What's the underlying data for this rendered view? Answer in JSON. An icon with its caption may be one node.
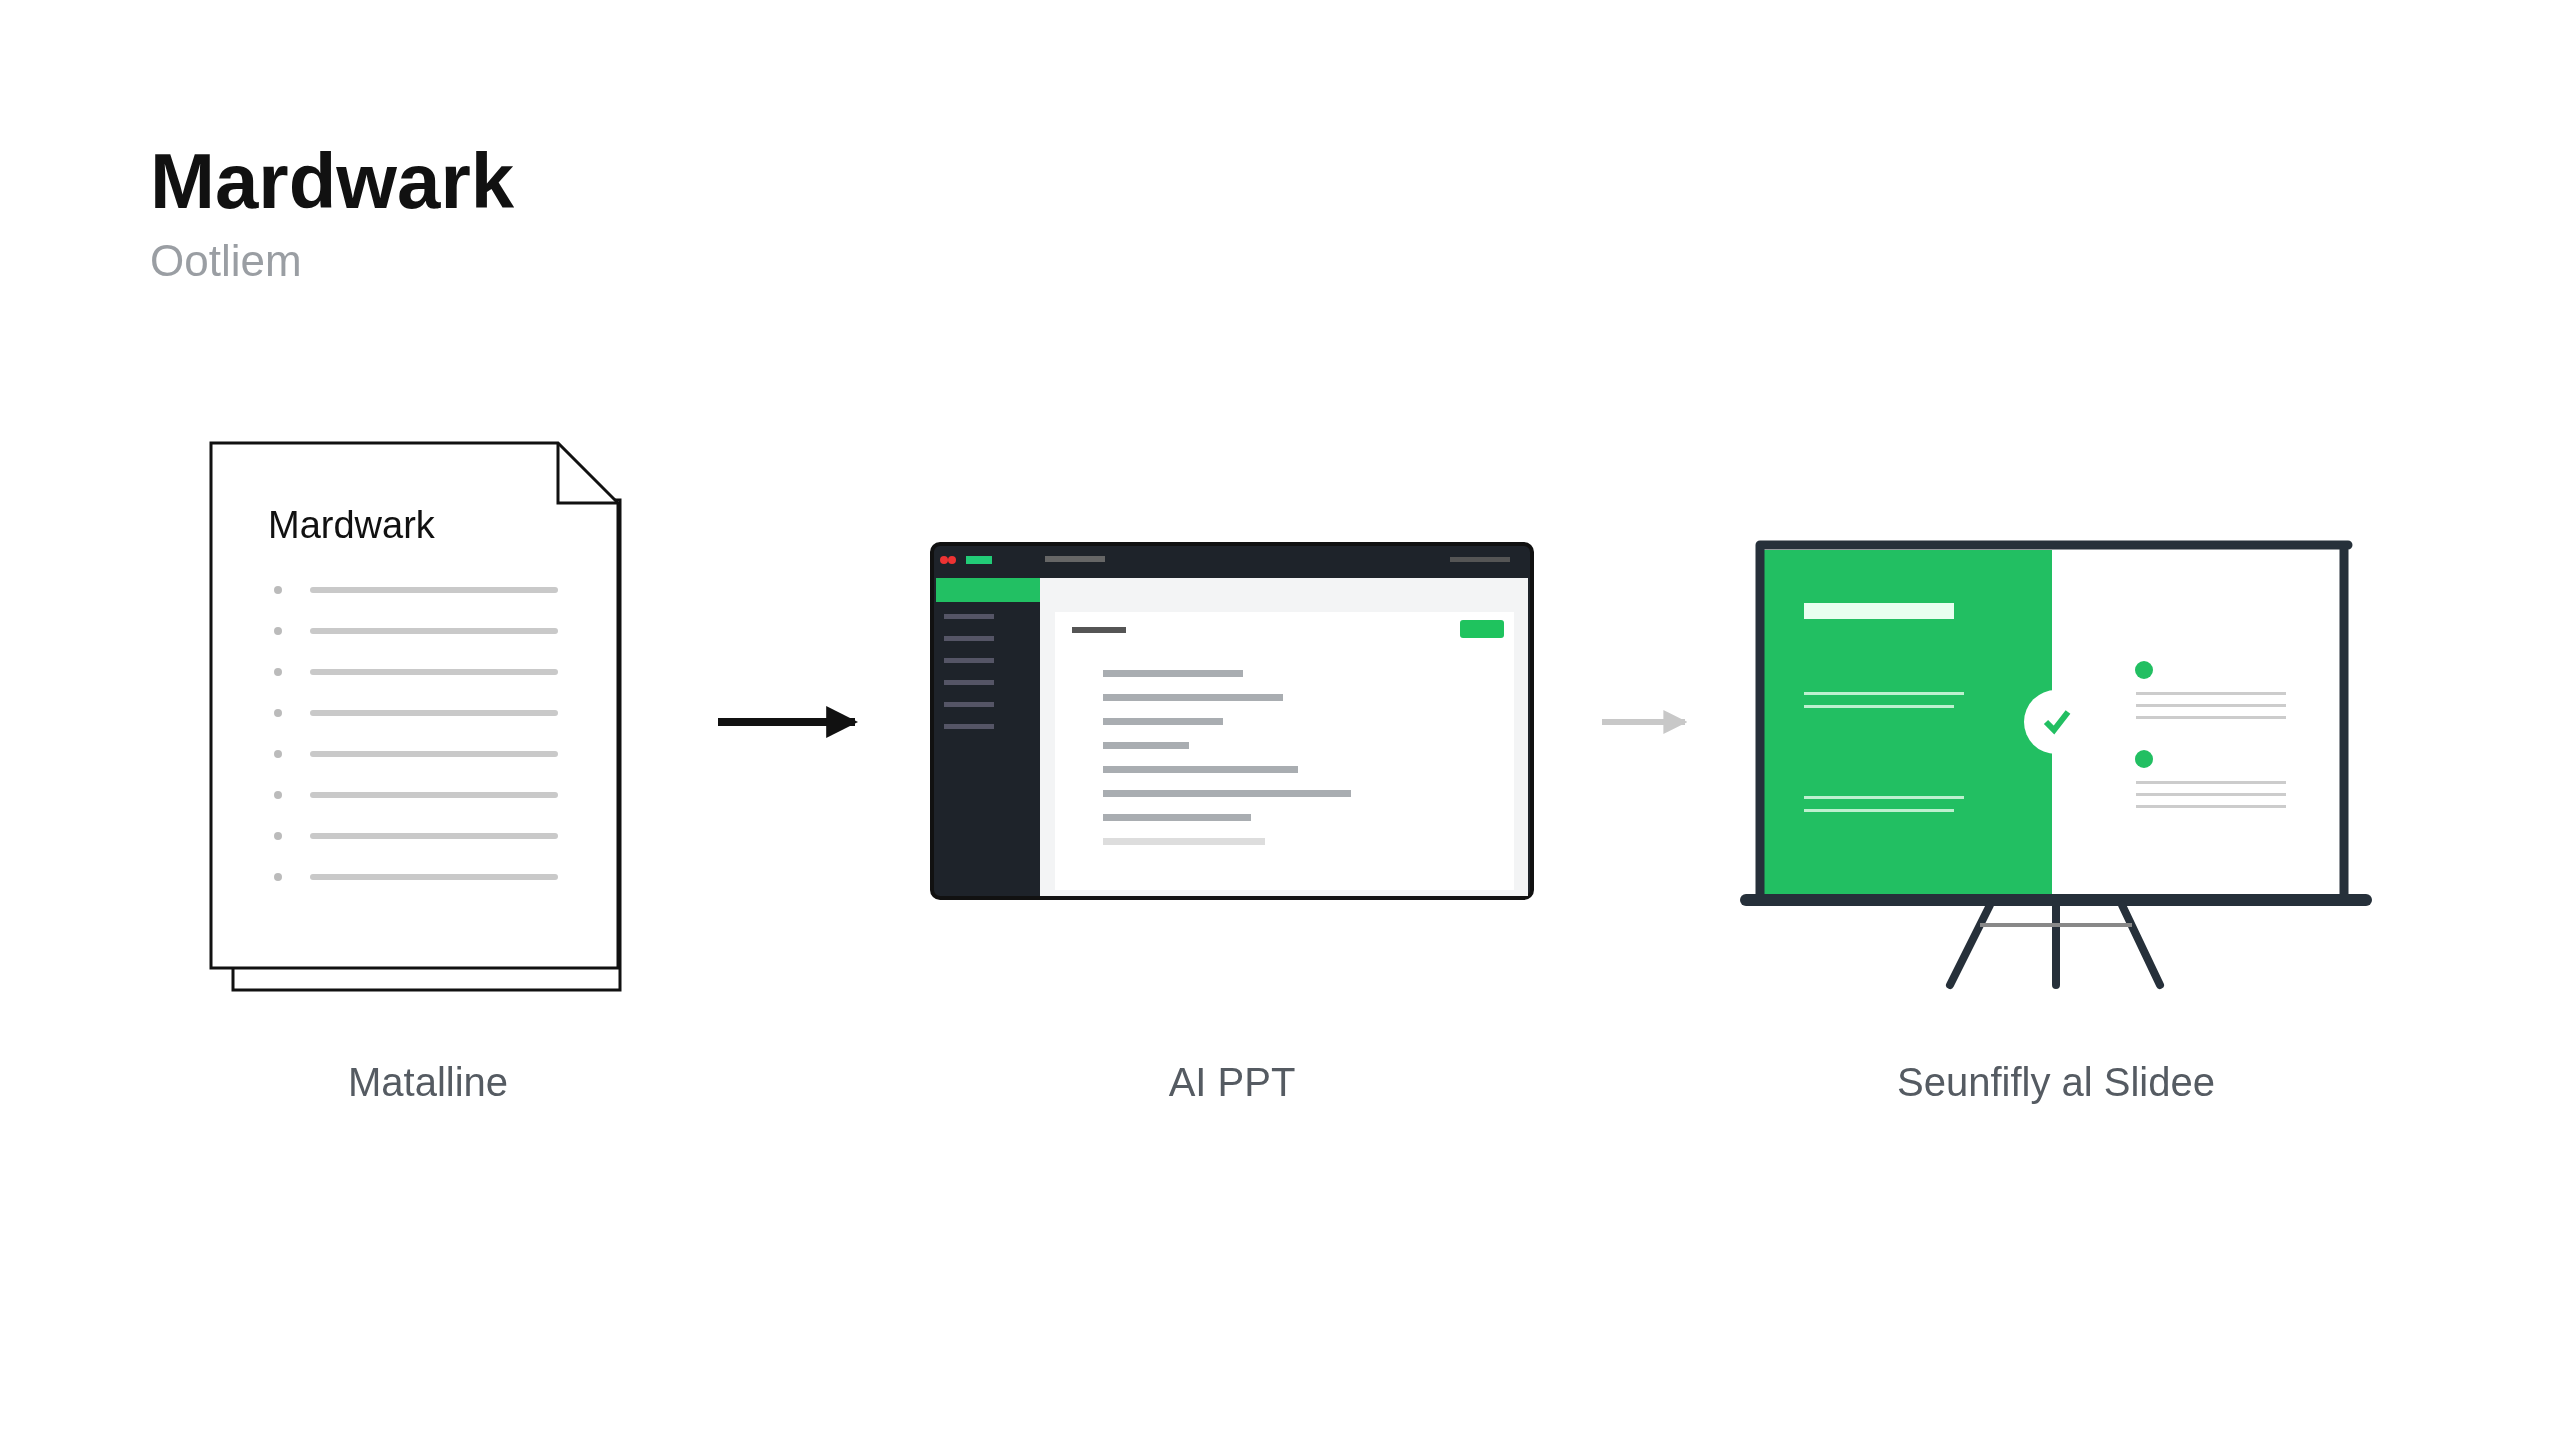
{
  "diagram": {
    "title": "Mardwark",
    "nodes": [
      {
        "text": [
          "Mardwark"
        ],
        "beside": [
          "Matalline"
        ]
      },
      {
        "text": [],
        "shape": "picture"
      },
      {
        "text": [],
        "shape": "picture",
        "beside": [
          "Seunfifly al Slidee"
        ]
      }
    ],
    "edges": [
      {
        "from": 0,
        "to": 1,
        "arrow": "to"
      },
      {
        "from": 1,
        "to": 2,
        "arrow": "to",
        "color": "#c8c8c8"
      }
    ],
    "labels": [
      "Ootliem",
      "AI PPT"
    ]
  }
}
